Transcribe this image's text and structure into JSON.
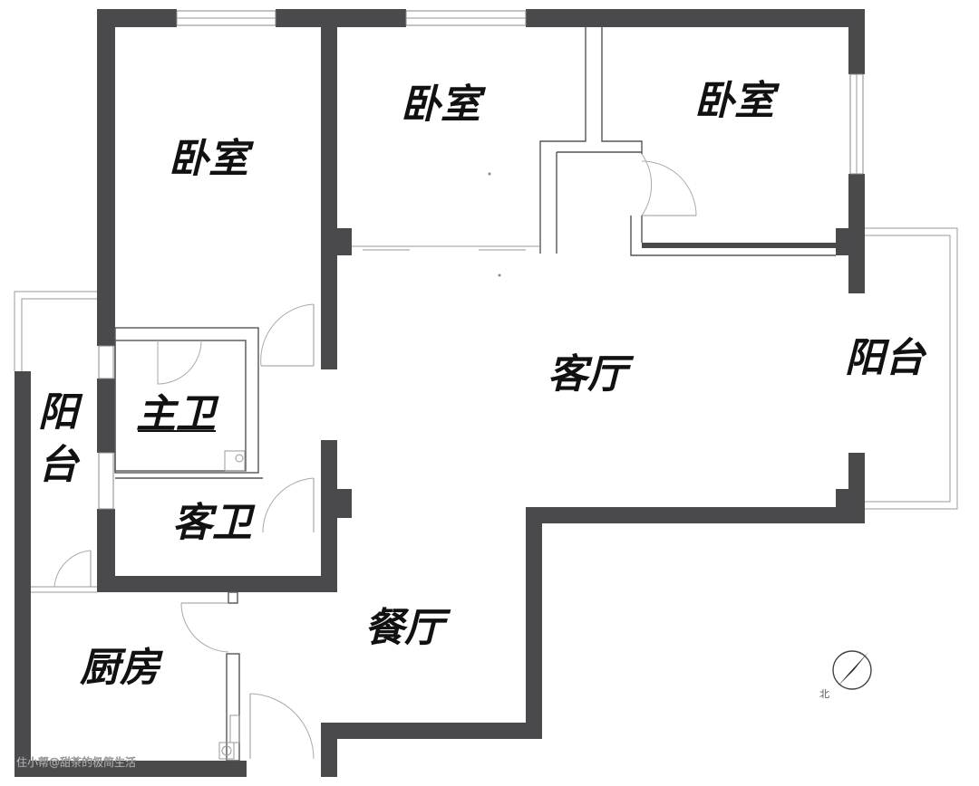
{
  "rooms": {
    "bedroom_left": "卧室",
    "bedroom_mid": "卧室",
    "bedroom_right": "卧室",
    "living_room": "客厅",
    "balcony_right": "阳台",
    "balcony_left_top": "阳",
    "balcony_left_bottom": "台",
    "master_bath": "主卫",
    "guest_bath": "客卫",
    "dining_room": "餐厅",
    "kitchen": "厨房"
  },
  "compass": {
    "label": "北"
  },
  "watermark": "住小帮@甜茶的极简生活",
  "colors": {
    "wall": "#4a4a4d",
    "background": "#ffffff"
  }
}
